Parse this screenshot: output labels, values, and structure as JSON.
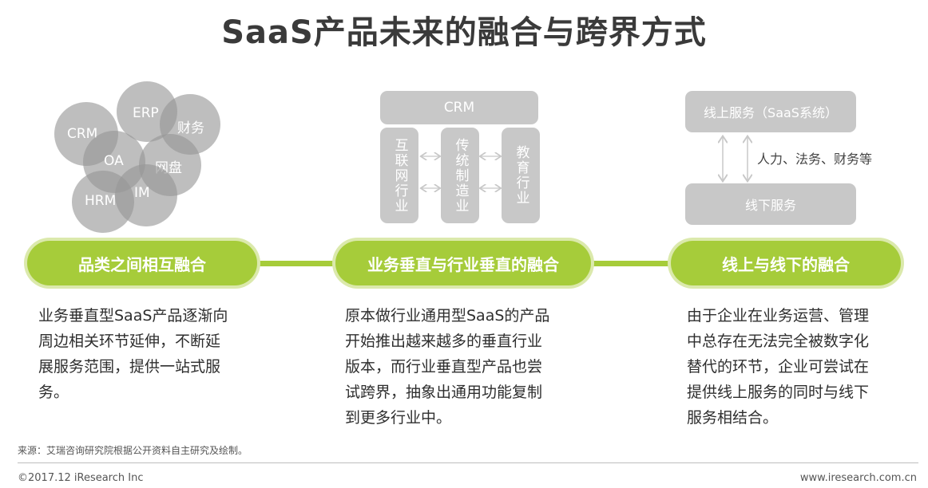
{
  "title": "SaaS产品未来的融合与跨界方式",
  "panel1": {
    "circles": [
      "ERP",
      "财务",
      "CRM",
      "OA",
      "网盘",
      "HRM",
      "IM"
    ]
  },
  "panel2": {
    "top_bar": "CRM",
    "pillars": [
      "互联网行业",
      "传统制造业",
      "教育行业"
    ]
  },
  "panel3": {
    "online": "线上服务（SaaS系统）",
    "offline": "线下服务",
    "side_label": "人力、法务、财务等"
  },
  "timeline": {
    "nodes": [
      "品类之间相互融合",
      "业务垂直与行业垂直的融合",
      "线上与线下的融合"
    ]
  },
  "descriptions": [
    [
      "业务垂直型SaaS产品逐渐向",
      "周边相关环节延伸，不断延",
      "展服务范围，提供一站式服",
      "务。"
    ],
    [
      "原本做行业通用型SaaS的产品",
      "开始推出越来越多的垂直行业",
      "版本，而行业垂直型产品也尝",
      "试跨界，抽象出通用功能复制",
      "到更多行业中。"
    ],
    [
      "由于企业在业务运营、管理",
      "中总存在无法完全被数字化",
      "替代的环节，企业可尝试在",
      "提供线上服务的同时与线下",
      "服务相结合。"
    ]
  ],
  "footer": {
    "source": "来源：艾瑞咨询研究院根据公开资料自主研究及绘制。",
    "copyright": "©2017.12 iResearch Inc",
    "website": "www.iresearch.com.cn"
  },
  "colors": {
    "accent_green": "#a6cc3a",
    "box_gray": "#c8c8c8",
    "circle_gray": "#969696"
  }
}
